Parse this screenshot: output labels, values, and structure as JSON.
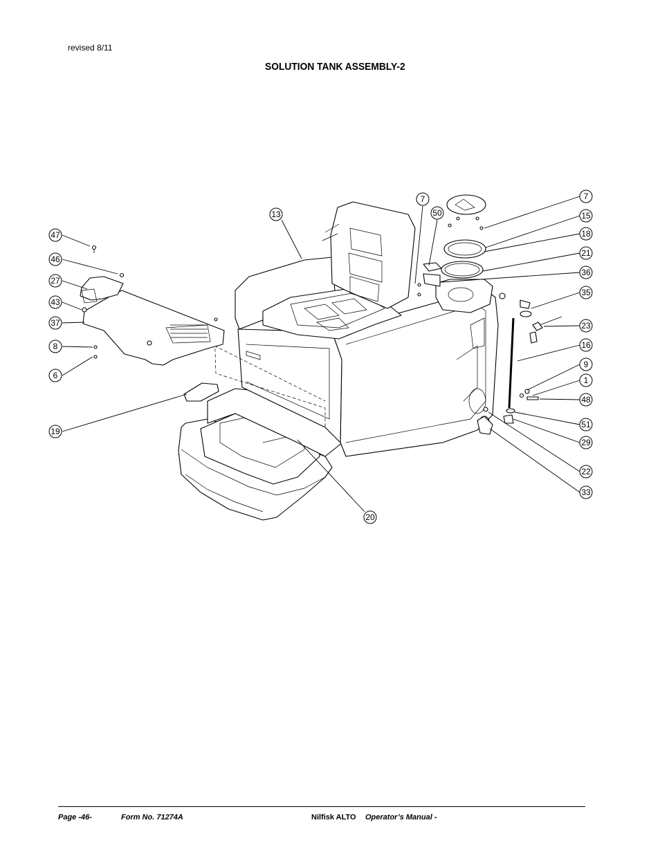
{
  "header": {
    "revised": "revised 8/11",
    "title": "SOLUTION TANK ASSEMBLY-2"
  },
  "diagram": {
    "callouts_left": [
      "47",
      "46",
      "27",
      "43",
      "37",
      "8",
      "6",
      "19"
    ],
    "callouts_top": [
      "13",
      "7",
      "50"
    ],
    "callouts_right": [
      "7",
      "15",
      "18",
      "21",
      "36",
      "35",
      "23",
      "16",
      "9",
      "1",
      "48",
      "51",
      "29",
      "22",
      "33"
    ],
    "callouts_bottom": [
      "20"
    ]
  },
  "footer": {
    "page": "Page  -46-",
    "form": "Form No. 71274A",
    "brand": "Nilfisk ALTO",
    "manual": "Operator’s Manual -"
  }
}
